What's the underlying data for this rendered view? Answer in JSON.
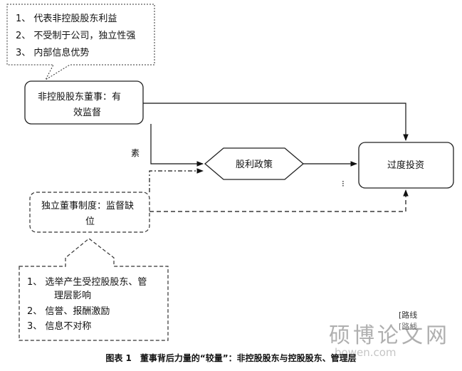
{
  "top_callout": {
    "items": [
      "1、 代表非控股股东利益",
      "2、 不受制于公司，独立性强",
      "3、 内部信息优势"
    ]
  },
  "nodes": {
    "non_controlling_director": {
      "lines": [
        "非控股股东董事：有",
        "效监督"
      ]
    },
    "dividend_policy": {
      "label": "股利政策"
    },
    "over_investment": {
      "label": "过度投资"
    },
    "independent_director": {
      "lines": [
        "独立董事制度：监督缺",
        "位"
      ]
    }
  },
  "bottom_callout": {
    "items": [
      "1、 选举产生受控股股东、管",
      "理层影响",
      "2、 信誉、报酬激励",
      "3、 信息不对称"
    ]
  },
  "stray_text": {
    "su": "素",
    "tick": "⁝"
  },
  "corner_notes": {
    "line1": "[路线",
    "line2": "[路线"
  },
  "watermark": {
    "text": "硕博论文网",
    "url": "bowen.com"
  },
  "caption": {
    "text": "图表 1　董事背后力量的“较量”：非控股股东与控股股东、管理层"
  }
}
